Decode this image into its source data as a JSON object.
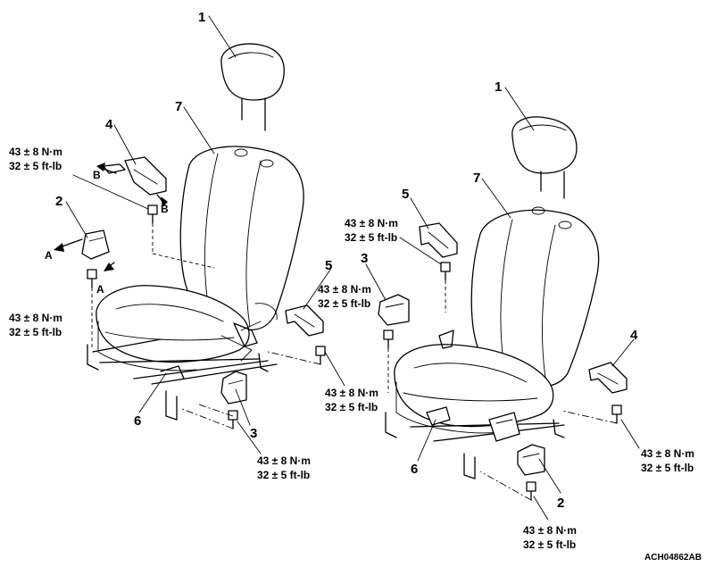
{
  "callouts": {
    "headrest_left": "1",
    "headrest_right": "1",
    "seatback_left": "7",
    "seatback_right": "7",
    "bracket4_left": "4",
    "bracket4_right": "4",
    "bracket2_left": "2",
    "bracket2_right": "2",
    "bracket5_left": "5",
    "bracket5_right": "5",
    "bracket3_left": "3",
    "bracket3_upper_right": "3",
    "cover6_left": "6",
    "cover6_right": "6"
  },
  "view_labels": {
    "a_top": "A",
    "a_bottom": "A",
    "b_top": "B",
    "b_bottom": "B"
  },
  "torque": {
    "nm": "43 ± 8 N·m",
    "ftlb": "32 ± 5 ft-lb"
  },
  "figure_code": "ACH04862AB"
}
